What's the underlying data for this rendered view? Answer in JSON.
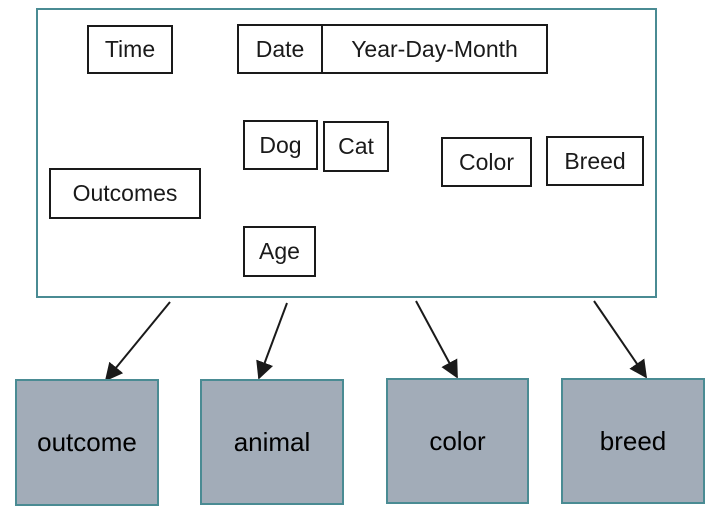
{
  "source_fields": {
    "time": "Time",
    "date": "Date",
    "date_format": "Year-Day-Month",
    "dog": "Dog",
    "cat": "Cat",
    "color": "Color",
    "breed": "Breed",
    "outcomes": "Outcomes",
    "age": "Age"
  },
  "target_tables": {
    "outcome": "outcome",
    "animal": "animal",
    "color": "color",
    "breed": "breed"
  },
  "colors": {
    "container_border": "#4a8b93",
    "table_fill": "#a2acb8",
    "arrow": "#1a1a1a"
  }
}
